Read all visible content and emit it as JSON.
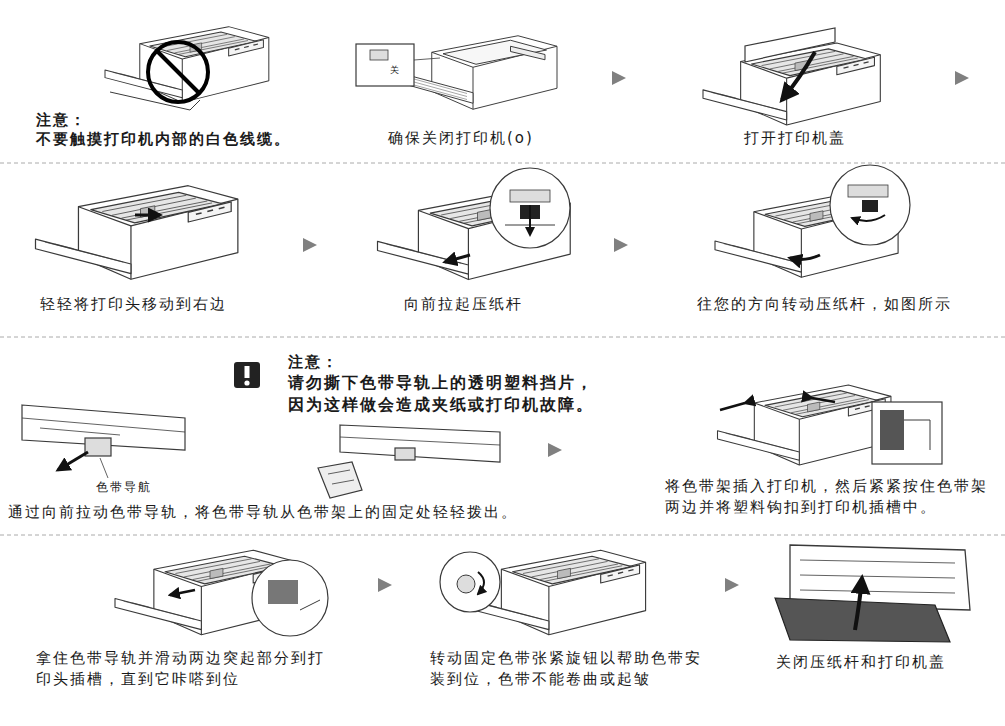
{
  "diagram": {
    "labels": [
      "注意：",
      "不要触摸打印机内部的白色线缆。",
      "关",
      "确保关闭打印机(o)",
      "打开打印机盖",
      "轻轻将打印头移动到右边",
      "向前拉起压纸杆",
      "往您的方向转动压纸杆，如图所示",
      "注意：",
      "请勿撕下色带导轨上的透明塑料挡片，",
      "因为这样做会造成夹纸或打印机故障。",
      "色带导航",
      "通过向前拉动色带导轨，将色带导轨从色带架上的固定处轻轻拨出。",
      "将色带架插入打印机，然后紧紧按住色带架两边并将塑料钩扣到打印机插槽中。",
      "拿住色带导轨并滑动两边突起部分到打印头插槽，直到它咔嗒到位",
      "转动固定色带张紧旋钮以帮助色带安装到位，色带不能卷曲或起皱",
      "关闭压纸杆和打印机盖"
    ]
  }
}
